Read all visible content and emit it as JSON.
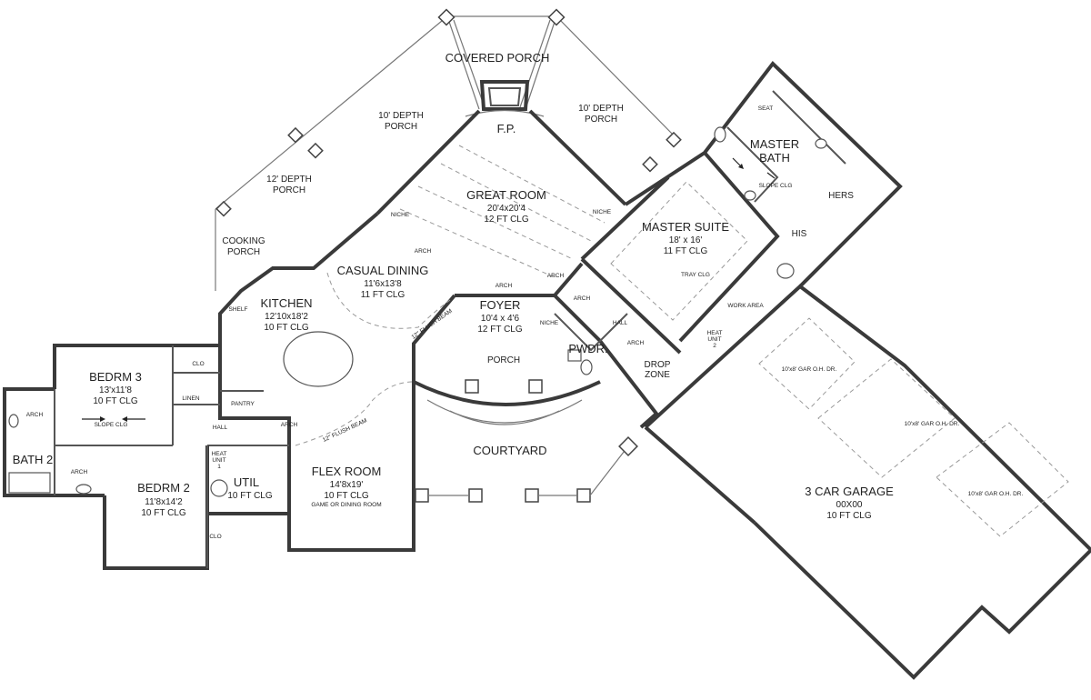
{
  "plan": {
    "rooms": {
      "covered_porch": "COVERED PORCH",
      "porch_10_left": [
        "10' DEPTH",
        "PORCH"
      ],
      "porch_10_right": [
        "10' DEPTH",
        "PORCH"
      ],
      "porch_12": [
        "12' DEPTH",
        "PORCH"
      ],
      "cooking_porch": [
        "COOKING",
        "PORCH"
      ],
      "fp": "F.P.",
      "great_room": [
        "GREAT ROOM",
        "20'4x20'4",
        "12 FT CLG"
      ],
      "master_suite": [
        "MASTER SUITE",
        "18' x 16'",
        "11 FT CLG"
      ],
      "tray_clg": "TRAY CLG",
      "master_bath": [
        "MASTER",
        "BATH"
      ],
      "seat": "SEAT",
      "slope_clg_master": "SLOPE CLG",
      "hers": "HERS",
      "his": "HIS",
      "work_area": "WORK AREA",
      "casual_dining": [
        "CASUAL DINING",
        "11'6x13'8",
        "11 FT CLG"
      ],
      "kitchen": [
        "KITCHEN",
        "12'10x18'2",
        "10 FT CLG"
      ],
      "shelf": "SHELF",
      "foyer": [
        "FOYER",
        "10'4 x 4'6",
        "12 FT CLG"
      ],
      "pwdr": "PWDR.",
      "hall_right": "HALL",
      "drop_zone": [
        "DROP",
        "ZONE"
      ],
      "heat_unit_2": [
        "HEAT",
        "UNIT",
        "2"
      ],
      "porch_front": "PORCH",
      "courtyard": "COURTYARD",
      "flex_room": [
        "FLEX ROOM",
        "14'8x19'",
        "10 FT CLG",
        "GAME OR DINING ROOM"
      ],
      "bedrm3": [
        "BEDRM 3",
        "13'x11'8",
        "10 FT CLG"
      ],
      "slope_clg_bed": "SLOPE CLG",
      "bedrm2": [
        "BEDRM 2",
        "11'8x14'2",
        "10 FT CLG"
      ],
      "bath2": "BATH 2",
      "util": [
        "UTIL",
        "10 FT CLG"
      ],
      "heat_unit_1": [
        "HEAT",
        "UNIT",
        "1"
      ],
      "linen": "LINEN",
      "pantry": "PANTRY",
      "hall_left": "HALL",
      "clo_bed3": "CLO",
      "clo_bed2": "CLO",
      "garage": [
        "3 CAR GARAGE",
        "00X00",
        "10 FT CLG"
      ],
      "gar_door_1": "10'x8' GAR O.H. DR.",
      "gar_door_2": "10'x8' GAR O.H. DR.",
      "gar_door_3": "10'x8' GAR O.H. DR.",
      "flush_beam_1": "12\" FLUSH BEAM",
      "flush_beam_2": "12\" FLUSH BEAM"
    },
    "tags": {
      "niche": "NICHE",
      "arch": "ARCH"
    }
  }
}
